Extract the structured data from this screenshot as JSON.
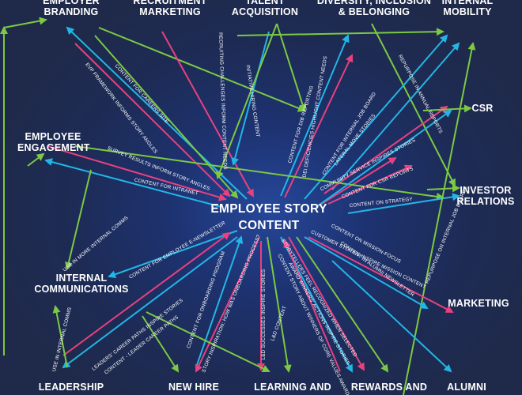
{
  "colors": {
    "pink": "#e8417f",
    "cyan": "#22b6e6",
    "green": "#7cc943",
    "background": "#1f2a4a"
  },
  "center": {
    "line1": "EMPLOYEE STORY",
    "line2": "CONTENT"
  },
  "nodes": [
    {
      "id": "employer_branding",
      "text": "EMPLOYER\nBRANDING"
    },
    {
      "id": "recruitment_marketing",
      "text": "RECRUITMENT\nMARKETING"
    },
    {
      "id": "talent_acquisition",
      "text": "TALENT\nACQUISITION"
    },
    {
      "id": "dib",
      "text": "DIVERSITY, INCLUSION\n& BELONGING"
    },
    {
      "id": "internal_mobility",
      "text": "INTERNAL\nMOBILITY"
    },
    {
      "id": "employee_engagement",
      "text": "EMPLOYEE\nENGAGEMENT"
    },
    {
      "id": "csr",
      "text": "CSR"
    },
    {
      "id": "investor_relations",
      "text": "INVESTOR\nRELATIONS"
    },
    {
      "id": "internal_communications",
      "text": "INTERNAL\nCOMMUNICATIONS"
    },
    {
      "id": "marketing",
      "text": "MARKETING"
    },
    {
      "id": "leadership",
      "text": "LEADERSHIP"
    },
    {
      "id": "new_hire",
      "text": "NEW HIRE"
    },
    {
      "id": "learning",
      "text": "LEARNING AND"
    },
    {
      "id": "rewards",
      "text": "REWARDS AND"
    },
    {
      "id": "alumni",
      "text": "ALUMNI"
    }
  ],
  "edge_labels": [
    "CONTENT FOR CAREERS SITE",
    "EVP FRAMEWORK INFORMS STORY ANGLES",
    "RECRUITING CHALLENGES INFORM CONTENT NEEDS",
    "INITIATIVE HIRING CONTENT",
    "CONTENT FOR DIB REPORTING",
    "DEI DEFICIENCIES HIGHLIGHT CONTENT NEEDS",
    "CONTENT FOR INTERNAL JOB BOARD",
    "LATERAL MOVE STORIES",
    "REPURPOSE IN ANNUAL REPORTS",
    "SURVEY RESULTS INFORM STORY ANGLES",
    "CONTENT FOR INTRANET",
    "COMMUNITY SERVICE INSPIRES STORIES",
    "CONTENT FOR CSR REPORTS",
    "CONTENT ON STRATEGY",
    "REPURPOSE ON INTERNAL JOB BOARDS",
    "USE IN MORE INTERNAL COMMS",
    "CONTENT FOR EMPLOYEE E-NEWSLETTER",
    "CONTENT ON MISSION-FOCUS",
    "CUSTOMER STORIES INSPIRE MISSION CONTENT",
    "CONTENT IN ALUMNI NEWSLETTER",
    "USE IN INTERNAL COMMS",
    "LEADERS' CAREER PATHS INSPIRE STORIES",
    "CONTENT - LEADER CAREER PATHS",
    "CONTENT FOR ONBOARDING PROGRAM",
    "STORY INSPIRATION: HOW WAS ONBOARDING PROCESS?",
    "L&D SUCCESSES INSPIRE STORIES",
    "L&D CONTENT",
    "STORYTELLERS FEEL RECOGNIZED WHEN SELECTED",
    "AWARD WINNERS' ACTIONS INSPIRE STORIES",
    "CONTENT STORY ABOUT WINNERS OF CORE VALUES AWARD"
  ]
}
